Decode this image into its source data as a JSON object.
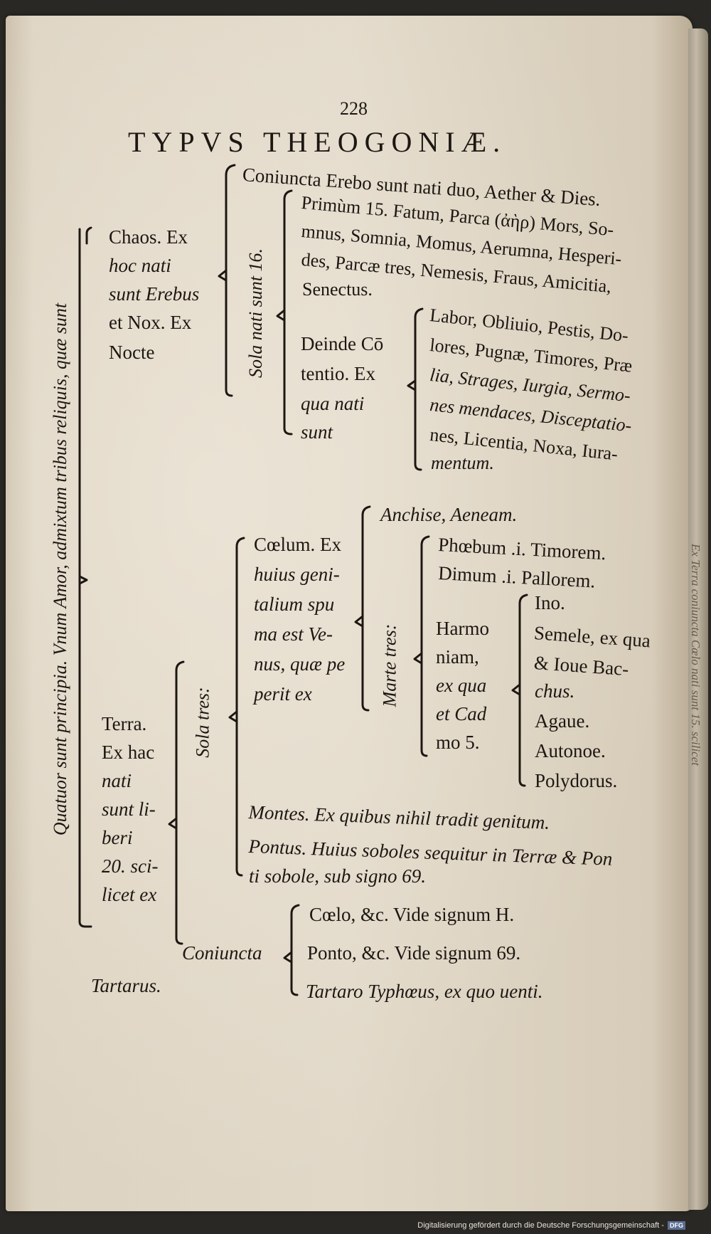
{
  "page_number": "228",
  "title": "TYPVS THEOGONIÆ.",
  "left_vertical": "Quatuor sunt principia. Vnum Amor, admixtum tribus reliquis, quæ sunt",
  "chaos": {
    "l1": "Chaos. Ex",
    "l2": "hoc nati",
    "l3": "sunt Erebus",
    "l4": "et Nox. Ex",
    "l5": "Nocte"
  },
  "sola_nati": "Sola nati sunt 16.",
  "erebo": {
    "l1": "Coniuncta Erebo sunt nati duo, Aether & Dies."
  },
  "primum": {
    "l1": "Primùm 15. Fatum, Parca (ἀὴρ) Mors, So-",
    "l2": "mnus, Somnia, Momus, Aerumna, Hesperi-",
    "l3": "des, Parcæ tres, Nemesis, Fraus, Amicitia,",
    "l4": "Senectus."
  },
  "deinde": {
    "l1": "Deinde Cō",
    "l2": "tentio. Ex",
    "l3": "qua nati",
    "l4": "sunt"
  },
  "labor": {
    "l1": "Labor, Obliuio, Pestis, Do-",
    "l2": "lores, Pugnæ, Timores, Præ",
    "l3": "lia, Strages, Iurgia, Sermo-",
    "l4": "nes mendaces, Disceptatio-",
    "l5": "nes, Licentia, Noxa, Iura-",
    "l6": "mentum."
  },
  "anchise": "Anchise, Aeneam.",
  "coelum": {
    "l1": "Cœlum. Ex",
    "l2": "huius geni-",
    "l3": "talium spu",
    "l4": "ma est Ve-",
    "l5": "nus, quæ pe",
    "l6": "perit ex"
  },
  "marte_tres": "Marte tres:",
  "phoebum": "Phœbum .i. Timorem.",
  "dimum": "Dimum .i. Pallorem.",
  "harmo": {
    "l1": "Harmo",
    "l2": "niam,",
    "l3": "ex qua",
    "l4": "et Cad",
    "l5": "mo 5."
  },
  "children": {
    "ino": "Ino.",
    "semele1": "Semele, ex qua",
    "semele2": "& Ioue Bac-",
    "semele3": "chus.",
    "agaue": "Agaue.",
    "autonoe": "Autonoe.",
    "polydorus": "Polydorus."
  },
  "sola_tres": "Sola tres:",
  "terra": {
    "l1": "Terra.",
    "l2": "Ex hac",
    "l3": "nati",
    "l4": "sunt li-",
    "l5": "beri",
    "l6": "20. sci-",
    "l7": "licet ex"
  },
  "montes": "Montes. Ex quibus nihil tradit genitum.",
  "pontus1": "Pontus. Huius soboles sequitur in Terræ & Pon",
  "pontus2": "ti sobole, sub signo 69.",
  "coniuncta": "Coniuncta",
  "coelo": "Cœlo, &c. Vide signum H.",
  "ponto": "Ponto, &c. Vide signum 69.",
  "tartaro": "Tartaro Typhœus, ex quo uenti.",
  "tartarus": "Tartarus.",
  "edge_text": "Ex Terra coniuncta Cœlo nati sunt 15. scilicet",
  "footer": {
    "text": "Digitalisierung gefördert durch die Deutsche Forschungsgemeinschaft -",
    "badge": "DFG"
  }
}
